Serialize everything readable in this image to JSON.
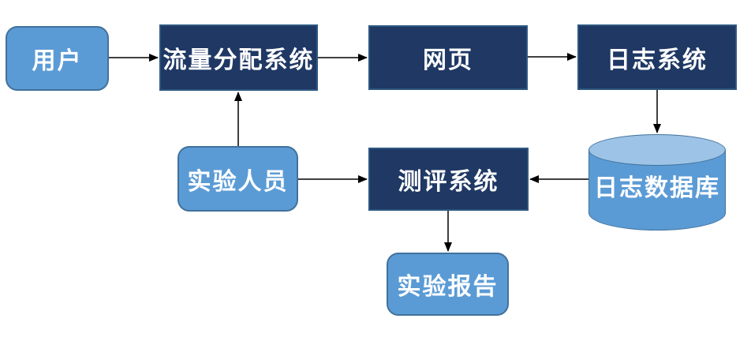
{
  "diagram": {
    "type": "flowchart",
    "colors": {
      "background": "#FFFFFF",
      "node_light_fill": "#5B9BD5",
      "node_light_border": "#41719C",
      "node_dark_fill": "#1F3864",
      "node_dark_border": "#2E5881",
      "cylinder_top_fill": "#9DC3E6",
      "text": "#FFFFFF",
      "arrow": "#000000"
    },
    "nodes": [
      {
        "id": "user",
        "label": "用户",
        "shape": "rounded-rect"
      },
      {
        "id": "traffic-distribution",
        "label": "流量分配系统",
        "shape": "rect"
      },
      {
        "id": "webpage",
        "label": "网页",
        "shape": "rect"
      },
      {
        "id": "log-system",
        "label": "日志系统",
        "shape": "rect"
      },
      {
        "id": "experimenter",
        "label": "实验人员",
        "shape": "rounded-rect"
      },
      {
        "id": "evaluation-system",
        "label": "测评系统",
        "shape": "rect"
      },
      {
        "id": "log-database",
        "label": "日志数据库",
        "shape": "cylinder"
      },
      {
        "id": "experiment-report",
        "label": "实验报告",
        "shape": "rounded-rect"
      }
    ],
    "edges": [
      {
        "from": "user",
        "to": "traffic-distribution",
        "points": [
          [
            138,
            73
          ],
          [
            200,
            73
          ]
        ]
      },
      {
        "from": "traffic-distribution",
        "to": "webpage",
        "points": [
          [
            403,
            73
          ],
          [
            465,
            73
          ]
        ]
      },
      {
        "from": "webpage",
        "to": "log-system",
        "points": [
          [
            669,
            72
          ],
          [
            730,
            72
          ]
        ]
      },
      {
        "from": "log-system",
        "to": "log-database",
        "points": [
          [
            833,
            114
          ],
          [
            833,
            168
          ]
        ]
      },
      {
        "from": "experimenter",
        "to": "traffic-distribution",
        "points": [
          [
            302,
            185
          ],
          [
            302,
            117
          ]
        ]
      },
      {
        "from": "experimenter",
        "to": "evaluation-system",
        "points": [
          [
            378,
            227
          ],
          [
            465,
            227
          ]
        ]
      },
      {
        "from": "log-database",
        "to": "evaluation-system",
        "points": [
          [
            746,
            227
          ],
          [
            672,
            227
          ]
        ]
      },
      {
        "from": "evaluation-system",
        "to": "experiment-report",
        "points": [
          [
            568,
            267
          ],
          [
            568,
            318
          ]
        ]
      }
    ]
  }
}
